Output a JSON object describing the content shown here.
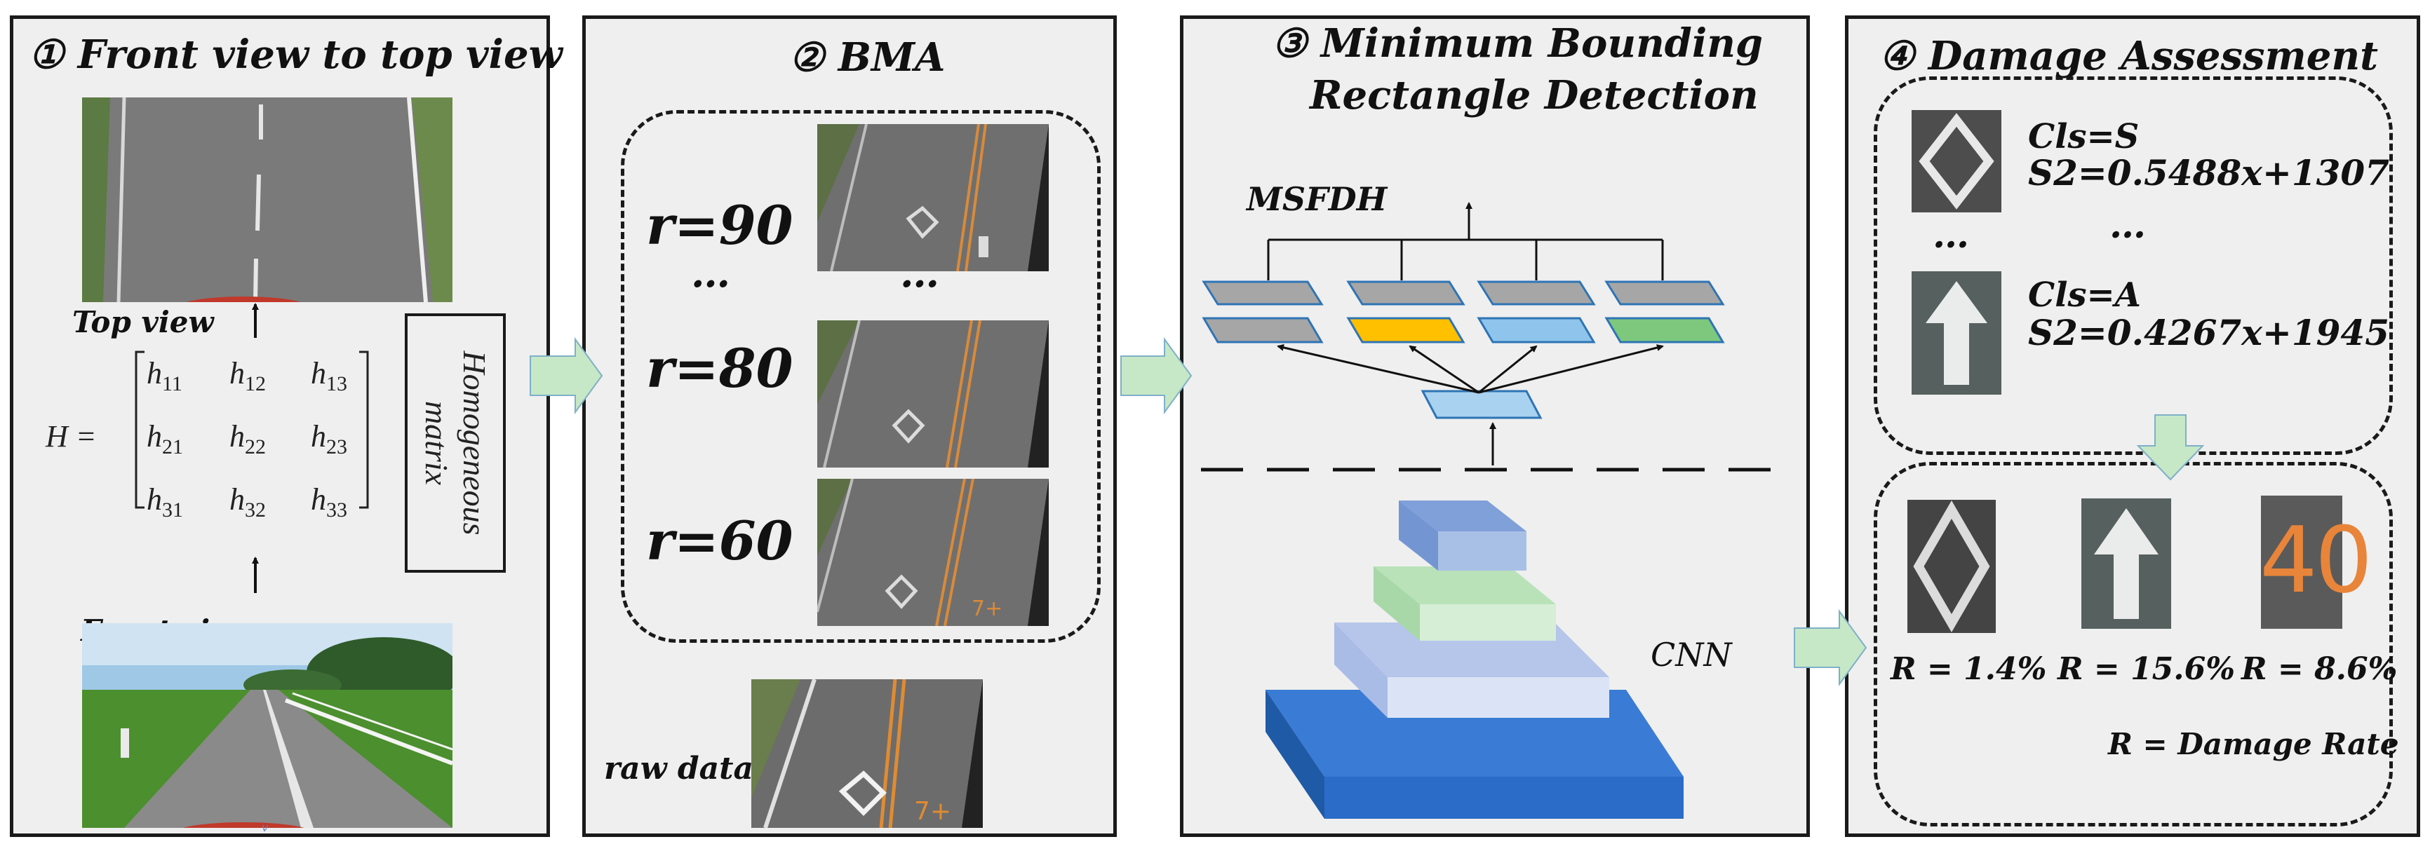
{
  "panel1": {
    "title": "① Front view to top view",
    "top_view_label": "Top view",
    "front_view_label": "Front view",
    "matrix": {
      "lhs": "H =",
      "cells": [
        [
          "h11",
          "h12",
          "h13"
        ],
        [
          "h21",
          "h22",
          "h23"
        ],
        [
          "h31",
          "h32",
          "h33"
        ]
      ]
    },
    "homogeneous_label": "Homogeneous matrix",
    "small_mark": "v"
  },
  "panel2": {
    "title": "② BMA",
    "rows": [
      {
        "label": "r=90"
      },
      {
        "label": "…"
      },
      {
        "label": "r=80"
      },
      {
        "label": "r=60"
      }
    ],
    "ellipsis": "…",
    "raw_data_label": "raw data"
  },
  "panel3": {
    "title_line1": "③  Minimum Bounding",
    "title_line2": "Rectangle Detection",
    "msfdh_label": "MSFDH",
    "cnn_label": "CNN",
    "colors": {
      "gray_layer": "#a6a6a6",
      "yellow_layer": "#ffc000",
      "blue_layer": "#8fc5ec",
      "green_layer": "#7dc87d",
      "layer_edge": "#2e74b5",
      "cnn_top": "#8eaadb",
      "cnn_green": "#c8e6c9",
      "cnn_pale": "#c9d5ee",
      "cnn_base": "#2f6fc2"
    }
  },
  "panel4": {
    "title": "④ Damage Assessment",
    "classes": [
      {
        "cls": "Cls=S",
        "formula": "S2=0.5488x+1307",
        "icon": "diamond-marking"
      },
      {
        "cls": "Cls=A",
        "formula": "S2=0.4267x+1945",
        "icon": "arrow-marking"
      }
    ],
    "ellipsis": "…",
    "results": [
      {
        "rate_text": "R = 1.4%",
        "icon": "diamond-marking"
      },
      {
        "rate_text": "R = 15.6%",
        "icon": "arrow-marking"
      },
      {
        "rate_text": "R = 8.6%",
        "icon": "speed-40-marking"
      }
    ],
    "speed_digits": "40",
    "legend": "R = Damage Rate"
  },
  "colors": {
    "arrow_fill": "#c6e8c6",
    "arrow_edge": "#7fb0c8",
    "panel_bg": "#efefef",
    "asphalt": "#6b6b6b"
  }
}
